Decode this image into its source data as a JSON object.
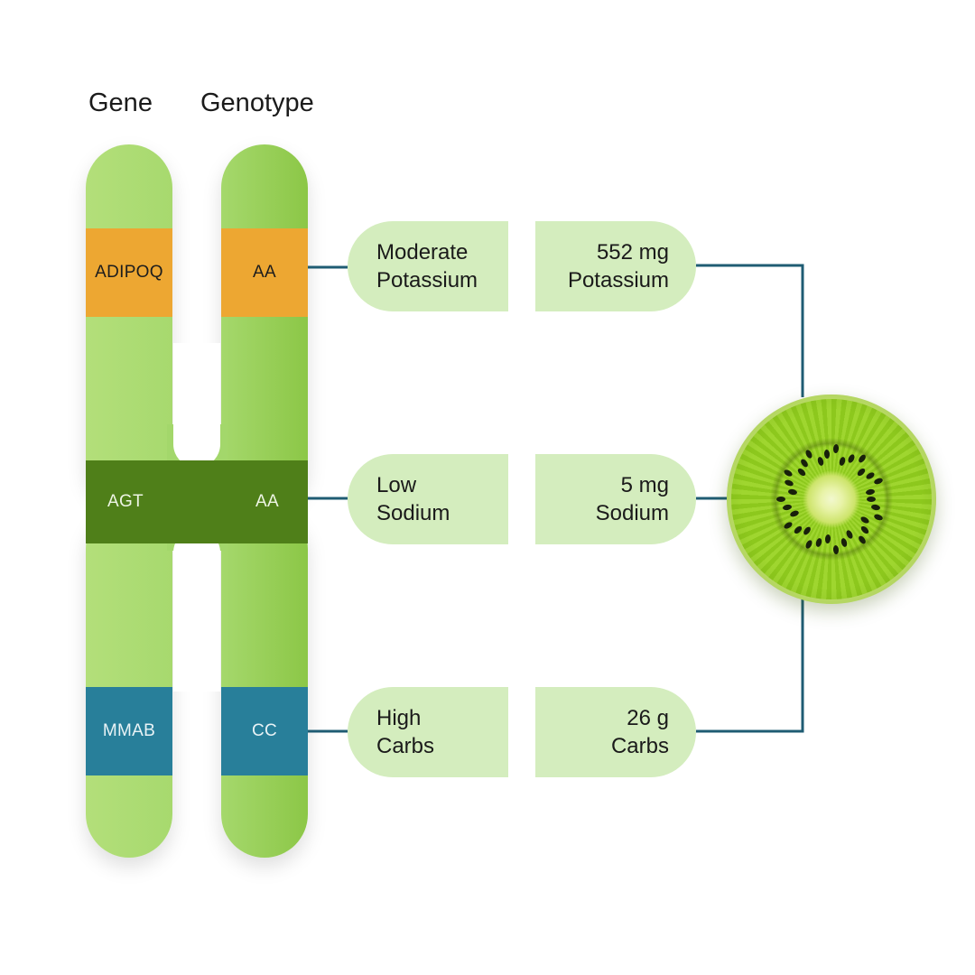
{
  "headers": {
    "gene": "Gene",
    "genotype": "Genotype"
  },
  "rows": [
    {
      "gene": "ADIPOQ",
      "genotype": "AA",
      "risk_level": "Moderate",
      "risk_nutrient": "Potassium",
      "amount": "552 mg",
      "amount_nutrient": "Potassium",
      "band_color": "#eda732"
    },
    {
      "gene": "AGT",
      "genotype": "AA",
      "risk_level": "Low",
      "risk_nutrient": "Sodium",
      "amount": "5 mg",
      "amount_nutrient": "Sodium",
      "band_color": "#4f7f19"
    },
    {
      "gene": "MMAB",
      "genotype": "CC",
      "risk_level": "High",
      "risk_nutrient": "Carbs",
      "amount": "26 g",
      "amount_nutrient": "Carbs",
      "band_color": "#287f9a"
    }
  ],
  "colors": {
    "chromosome_light": "#b3df7a",
    "chromosome_dark": "#8cc747",
    "pill_fill": "#d4edbe",
    "connector": "#1f5c73"
  },
  "food_icon": "kiwi-slice-image"
}
